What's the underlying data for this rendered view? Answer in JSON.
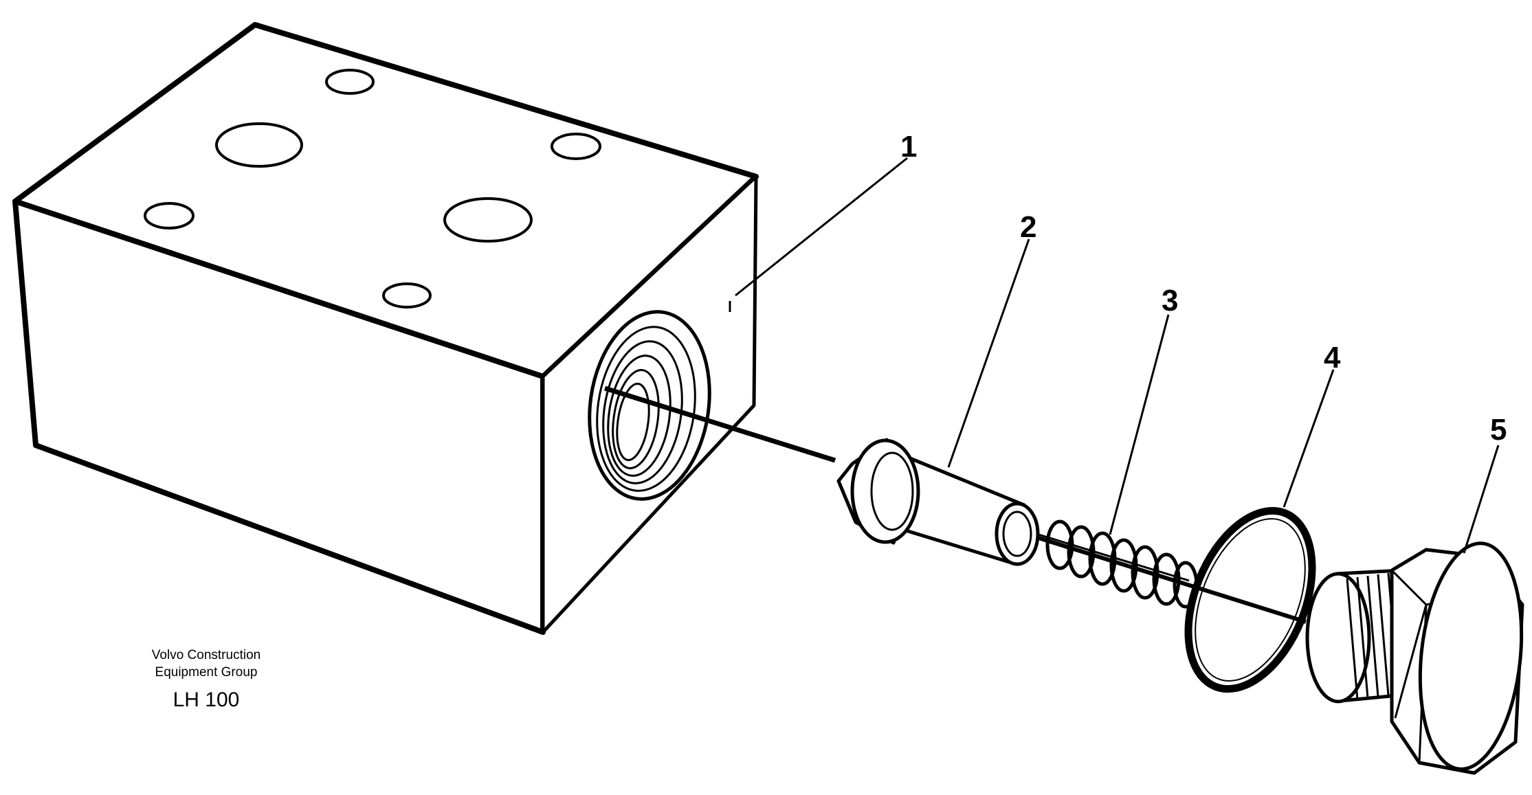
{
  "callouts": [
    {
      "number": "1",
      "part": "valve block"
    },
    {
      "number": "2",
      "part": "valve cone"
    },
    {
      "number": "3",
      "part": "spring"
    },
    {
      "number": "4",
      "part": "o-ring"
    },
    {
      "number": "5",
      "part": "plug"
    }
  ],
  "credit": {
    "line1": "Volvo Construction",
    "line2": "Equipment Group",
    "model": "LH 100"
  }
}
